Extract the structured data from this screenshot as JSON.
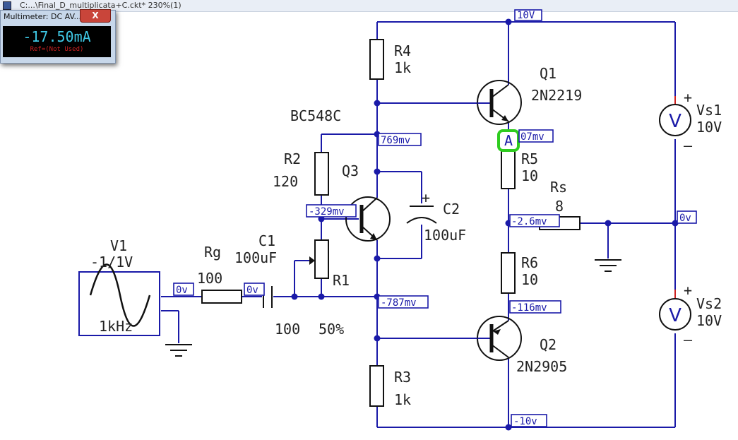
{
  "window": {
    "title": "C:...\\Final_D_multiplicata+C.ckt* 230%(1)"
  },
  "multimeter": {
    "title": "Multimeter: DC AV...",
    "close_label": "X",
    "reading": "-17.50mA",
    "reference": "Ref=(Not Used)"
  },
  "components": {
    "r4": {
      "name": "R4",
      "value": "1k"
    },
    "q1": {
      "name": "Q1",
      "model": "2N2219"
    },
    "bc548c": "BC548C",
    "r2": {
      "name": "R2",
      "value": "120"
    },
    "q3": {
      "name": "Q3"
    },
    "c2": {
      "name": "C2",
      "value": "100uF",
      "polarity": "+"
    },
    "r5": {
      "name": "R5",
      "value": "10"
    },
    "rs": {
      "name": "Rs",
      "value": "8"
    },
    "vs1": {
      "name": "Vs1",
      "value": "10V",
      "plus": "+",
      "minus": "–",
      "symbol": "V"
    },
    "vs2": {
      "name": "Vs2",
      "value": "10V",
      "plus": "+",
      "minus": "–",
      "symbol": "V"
    },
    "v1": {
      "name": "V1",
      "value": "-1/1V",
      "frequency": "1kHz"
    },
    "rg": {
      "name": "Rg",
      "value": "100"
    },
    "c1": {
      "name": "C1",
      "value": "100uF"
    },
    "r1": {
      "name": "R1",
      "value": "100",
      "setting": "50%"
    },
    "r6": {
      "name": "R6",
      "value": "10"
    },
    "q2": {
      "name": "Q2",
      "model": "2N2905"
    },
    "r3": {
      "name": "R3",
      "value": "1k"
    },
    "ammeter": {
      "symbol": "A"
    }
  },
  "probes": {
    "top_rail": "10V",
    "q3_collector": "769mv",
    "q1_emitter": "07mv",
    "q3_base": "-329mv",
    "r5_bottom": "-2.6mv",
    "output_right": "0v",
    "v1_out": "0v",
    "rg_out": "0v",
    "q3_emitter_node": "-787mv",
    "q2_emitter": "-116mv",
    "bottom_rail": "-10v"
  },
  "colors": {
    "wire": "#1a1aa8",
    "ammeter_highlight": "#2ecc1f",
    "meter_text": "#3fc9e6",
    "meter_ref": "#cc2222"
  }
}
